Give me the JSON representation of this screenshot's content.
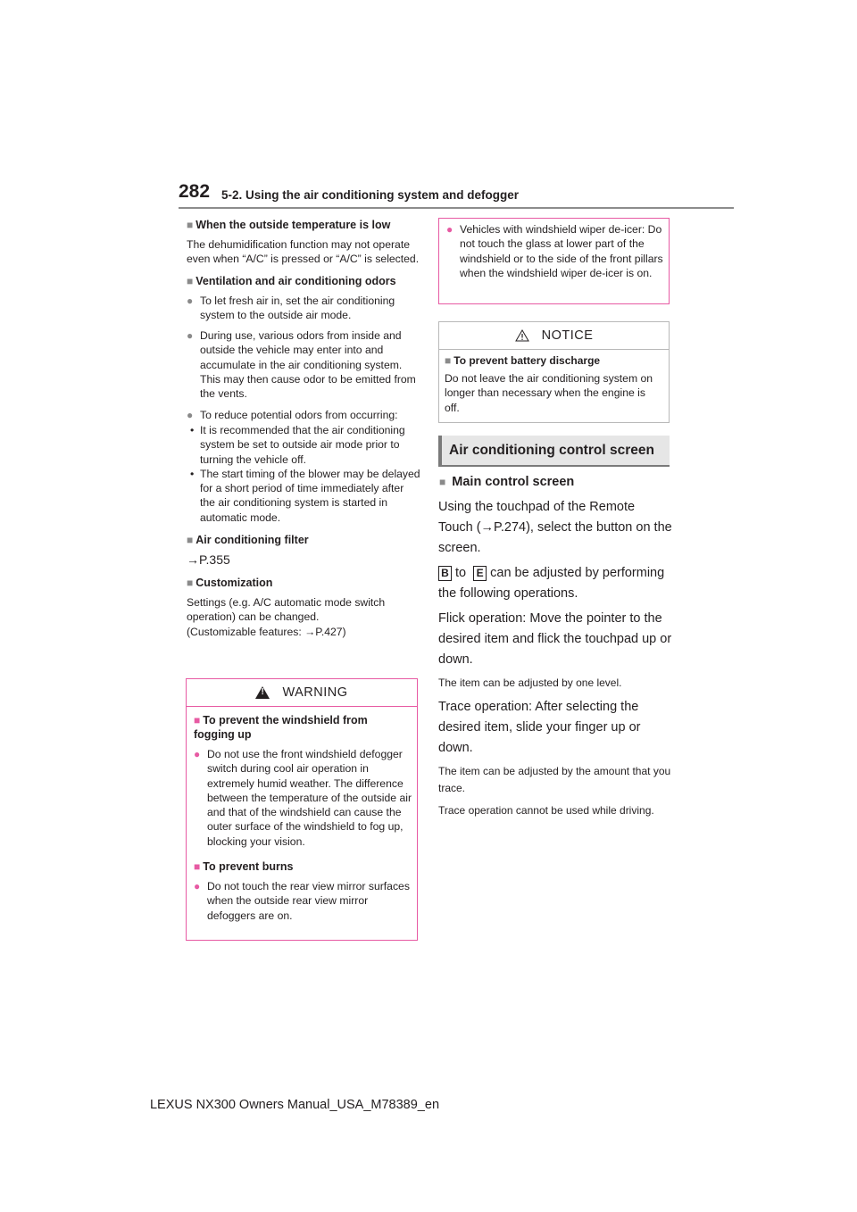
{
  "header": {
    "page_number": "282",
    "section": "5-2. Using the air conditioning system and defogger"
  },
  "left": {
    "outside_temp": {
      "heading": "When the outside temperature is low",
      "text": "The dehumidification function may not operate even when “A/C” is pressed or “A/C” is selected."
    },
    "ventilation": {
      "heading": "Ventilation and air conditioning odors",
      "bullets": [
        "To let fresh air in, set the air conditioning system to the outside air mode.",
        "During use, various odors from inside and outside the vehicle may enter into and accumulate in the air conditioning system. This may then cause odor to be emitted from the vents.",
        "To reduce potential odors from occurring:"
      ],
      "subitems": [
        "It is recommended that the air conditioning system be set to outside air mode prior to turning the vehicle off.",
        "The start timing of the blower may be delayed for a short period of time immediately after the air conditioning system is started in automatic mode."
      ]
    },
    "filter": {
      "heading": "Air conditioning filter",
      "ref": "→P.355"
    },
    "customization": {
      "heading": "Customization",
      "text1": "Settings (e.g. A/C automatic mode switch operation) can be changed.",
      "text2": "(Customizable features: →P.427)"
    }
  },
  "warning": {
    "title": "WARNING",
    "fog_heading": "To prevent the windshield from fogging up",
    "fog_text": "Do not use the front windshield defogger switch during cool air operation in extremely humid weather. The difference between the temperature of the outside air and that of the windshield can cause the outer surface of the windshield to fog up, blocking your vision.",
    "burn_heading": "To prevent burns",
    "burn_text": "Do not touch the rear view mirror surfaces when the outside rear view mirror defoggers are on."
  },
  "right": {
    "wiper_text": "Vehicles with windshield wiper de-icer: Do not touch the glass at lower part of the windshield or to the side of the front pillars when the windshield wiper de-icer is on.",
    "notice": {
      "title": "NOTICE",
      "heading": "To prevent battery discharge",
      "text": "Do not leave the air conditioning system on longer than necessary when the engine is off."
    },
    "section_title": "Air conditioning control screen",
    "main_heading": "Main control screen",
    "intro": "Using the touchpad of the Remote Touch (→P.274), select the button on the screen.",
    "badge_from": "B",
    "to_word": "to",
    "badge_to": "E",
    "adjust_text": "can be adjusted by performing the following operations.",
    "flick": "Flick operation: Move the pointer to the desired item and flick the touchpad up or down.",
    "flick_note": "The item can be adjusted by one level.",
    "trace": "Trace operation: After selecting the desired item, slide your finger up or down.",
    "trace_note1": "The item can be adjusted by the amount that you trace.",
    "trace_note2": "Trace operation cannot be used while driving."
  },
  "footer": "LEXUS NX300 Owners Manual_USA_M78389_en"
}
